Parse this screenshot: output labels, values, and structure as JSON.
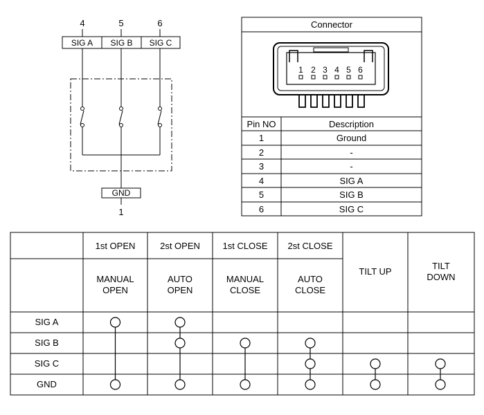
{
  "schematic": {
    "pins_top": [
      "4",
      "5",
      "6"
    ],
    "signals": [
      "SIG A",
      "SIG B",
      "SIG C"
    ],
    "gnd_label": "GND",
    "gnd_pin": "1"
  },
  "connector": {
    "title": "Connector",
    "pin_numbers": [
      "1",
      "2",
      "3",
      "4",
      "5",
      "6"
    ],
    "table_headers": [
      "Pin NO",
      "Description"
    ],
    "rows": [
      {
        "pin": "1",
        "desc": "Ground"
      },
      {
        "pin": "2",
        "desc": "-"
      },
      {
        "pin": "3",
        "desc": "-"
      },
      {
        "pin": "4",
        "desc": "SIG A"
      },
      {
        "pin": "5",
        "desc": "SIG B"
      },
      {
        "pin": "6",
        "desc": "SIG C"
      }
    ]
  },
  "truth_table": {
    "columns": [
      {
        "top": "1st OPEN",
        "bottom": [
          "MANUAL",
          "OPEN"
        ]
      },
      {
        "top": "2st OPEN",
        "bottom": [
          "AUTO",
          "OPEN"
        ]
      },
      {
        "top": "1st CLOSE",
        "bottom": [
          "MANUAL",
          "CLOSE"
        ]
      },
      {
        "top": "2st CLOSE",
        "bottom": [
          "AUTO",
          "CLOSE"
        ]
      },
      {
        "top": "",
        "bottom": [
          "TILT UP"
        ]
      },
      {
        "top": "",
        "bottom": [
          "TILT",
          "DOWN"
        ]
      }
    ],
    "rows": [
      "SIG A",
      "SIG B",
      "SIG C",
      "GND"
    ],
    "connections": [
      [
        "SIG A",
        "GND"
      ],
      [
        "SIG A",
        "SIG B",
        "GND"
      ],
      [
        "SIG B",
        "GND"
      ],
      [
        "SIG B",
        "SIG C",
        "GND"
      ],
      [
        "SIG C",
        "GND"
      ],
      [
        "SIG C",
        "GND"
      ]
    ]
  }
}
